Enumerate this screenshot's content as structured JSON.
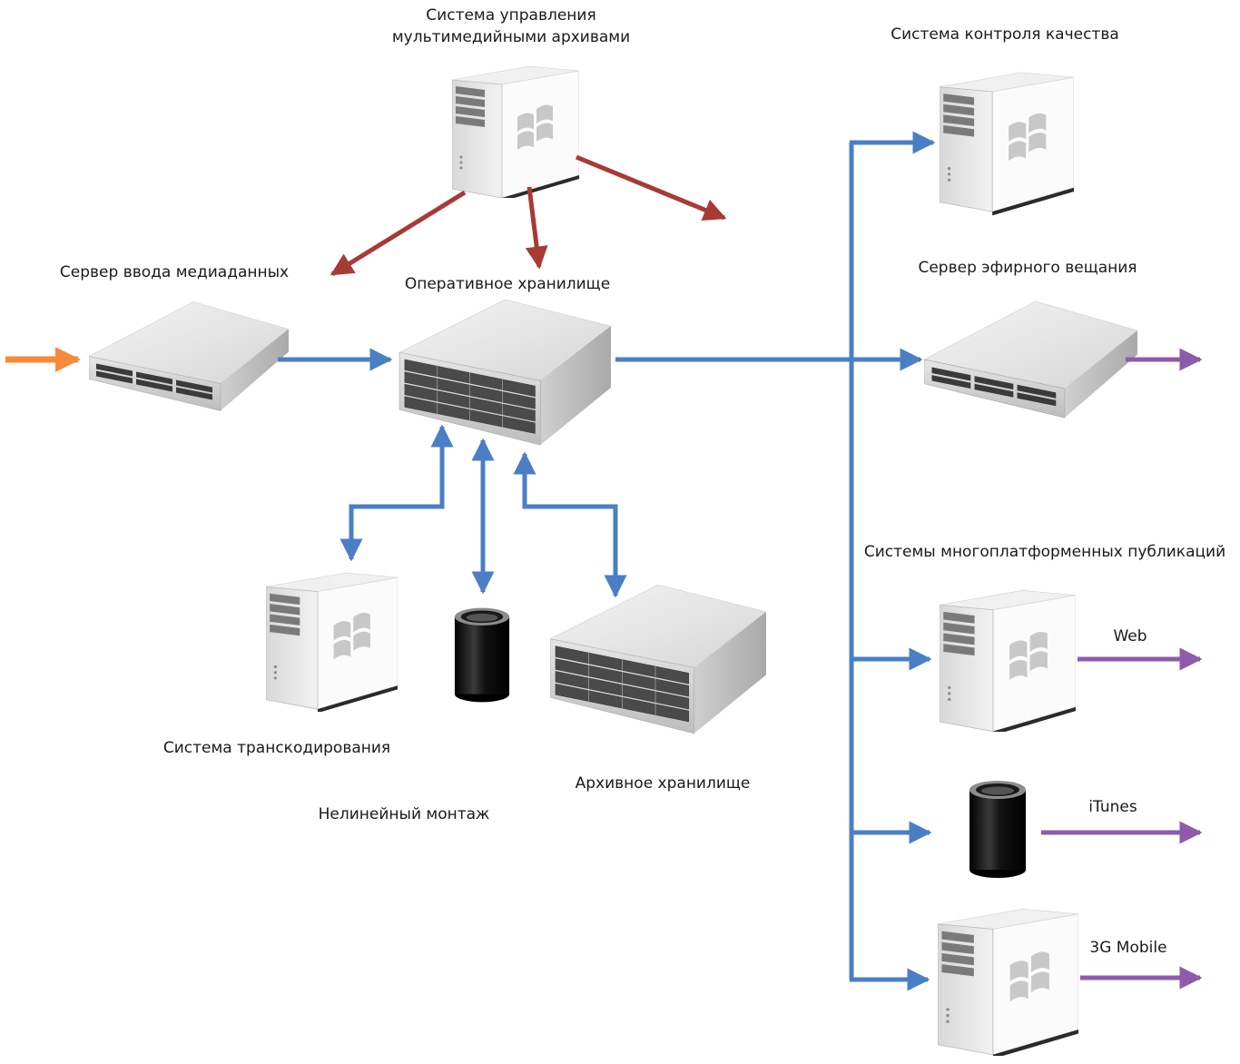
{
  "labels": {
    "mam": "Система управления\nмультимедийными архивами",
    "qc": "Система контроля качества",
    "ingest": "Сервер ввода медиаданных",
    "online": "Оперативное хранилище",
    "playout": "Сервер эфирного вещания",
    "multiplatform": "Системы многоплатформенных публикаций",
    "web": "Web",
    "itunes": "iTunes",
    "mobile": "3G Mobile",
    "transcode": "Система транскодирования",
    "archive": "Архивное хранилище",
    "nle": "Нелинейный монтаж"
  },
  "icons": {
    "mam": "tower-server-icon",
    "qc": "tower-server-icon",
    "ingest": "rack-server-icon",
    "online": "storage-array-icon",
    "playout": "rack-server-icon",
    "web_pub": "tower-server-icon",
    "itunes_pub": "cylinder-workstation-icon",
    "mobile_pub": "tower-server-icon",
    "transcode": "tower-server-icon",
    "nle": "cylinder-workstation-icon",
    "archive": "storage-array-icon"
  },
  "colors": {
    "blue_link": "#4a7fc4",
    "red_control": "#a83a36",
    "orange_input": "#f58a3a",
    "purple_output": "#8e5aab"
  }
}
